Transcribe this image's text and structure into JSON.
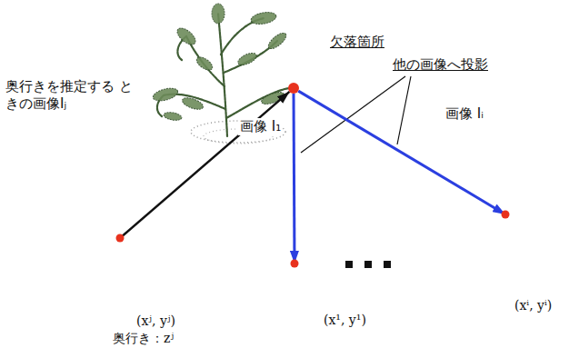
{
  "diagram": {
    "nodes": [
      {
        "text": [
          "奥行きを推定する ときの画像Iⱼ"
        ]
      },
      {
        "text": [
          "欠落箇所"
        ]
      },
      {
        "text": [
          "画像 I₁"
        ]
      },
      {
        "text": [
          "画像 Iᵢ"
        ]
      }
    ],
    "edges": [
      {
        "from": 0,
        "to": 1,
        "arrow": "to"
      },
      {
        "from": 1,
        "to": 2,
        "arrow": "to"
      },
      {
        "from": 1,
        "to": 3,
        "arrow": "to"
      }
    ],
    "labels": [
      "他の画像へ投影",
      "(xʲ, yʲ)",
      "奥行き：zʲ",
      "(x¹, y¹)",
      "(xⁱ, yⁱ)"
    ]
  }
}
